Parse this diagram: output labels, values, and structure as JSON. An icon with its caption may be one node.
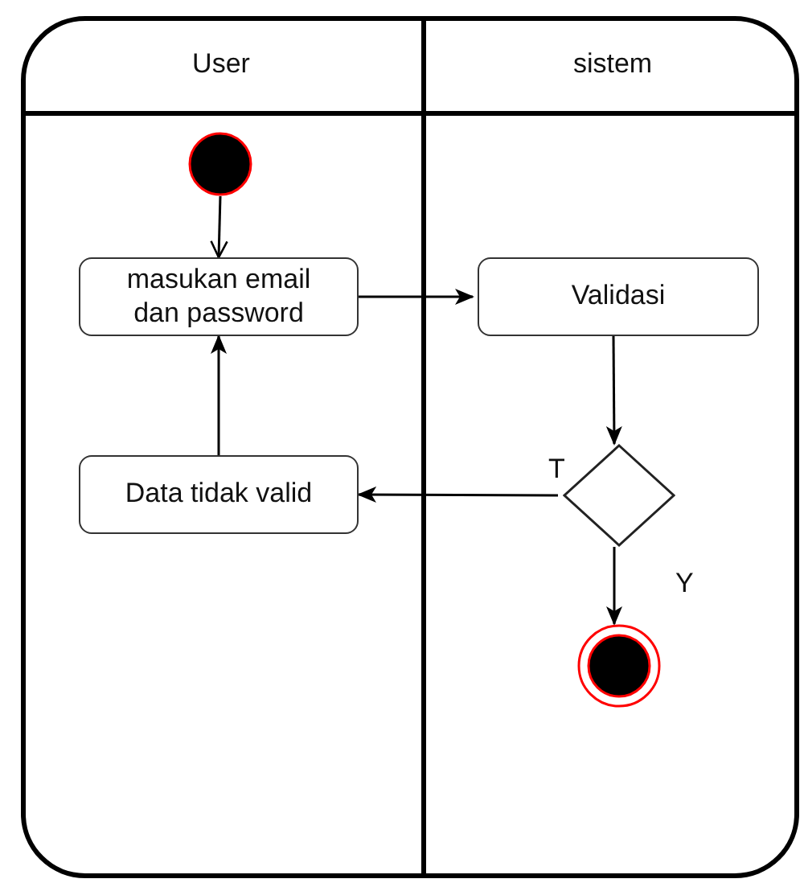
{
  "diagram": {
    "nodes": [
      {
        "text": [
          "User"
        ]
      },
      {
        "text": [
          "sistem"
        ]
      },
      {
        "text": [],
        "shape": "circle",
        "in": 0
      },
      {
        "text": [
          "masukan email dan password"
        ],
        "in": 0
      },
      {
        "text": [
          "Validasi"
        ],
        "in": 1
      },
      {
        "text": [],
        "shape": "diamond",
        "in": 1
      },
      {
        "text": [
          "Data tidak valid"
        ],
        "in": 0
      },
      {
        "text": [],
        "shape": "circle",
        "in": 1
      }
    ],
    "edges": [
      {
        "from": 2,
        "to": 3,
        "arrow": "to"
      },
      {
        "from": 3,
        "to": 4,
        "arrow": "to"
      },
      {
        "from": 4,
        "to": 5,
        "arrow": "to"
      },
      {
        "from": 5,
        "to": 6,
        "arrow": "to",
        "label": "T"
      },
      {
        "from": 5,
        "to": 7,
        "arrow": "to",
        "label": "Y"
      },
      {
        "from": 6,
        "to": 3,
        "arrow": "to"
      }
    ]
  }
}
